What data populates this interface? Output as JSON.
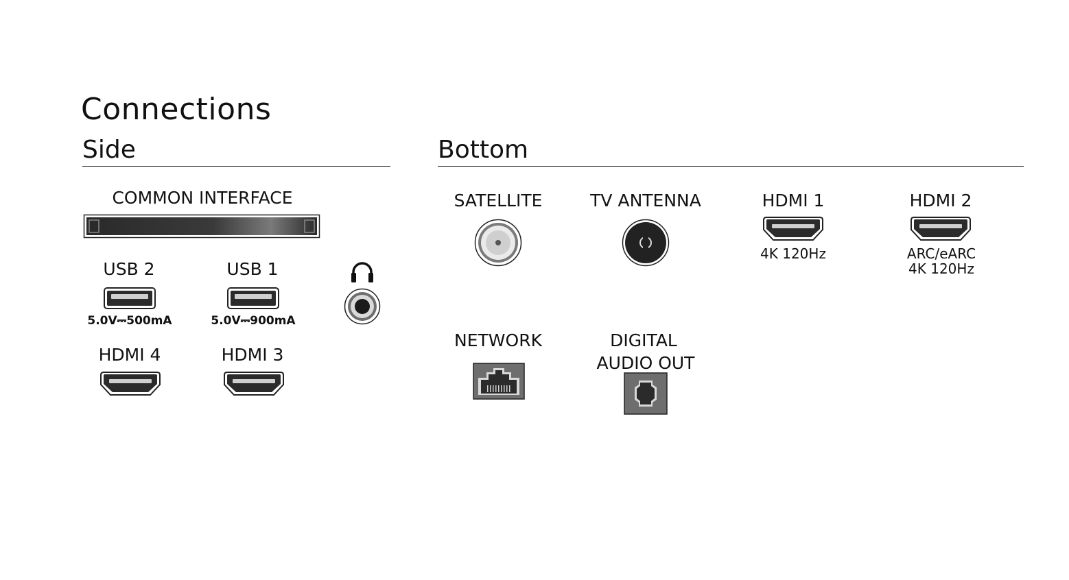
{
  "title": "Connections",
  "side": {
    "heading": "Side",
    "common_interface": {
      "label": "COMMON INTERFACE"
    },
    "usb2": {
      "label": "USB 2",
      "spec": "5.0V⎓500mA"
    },
    "usb1": {
      "label": "USB 1",
      "spec": "5.0V⎓900mA"
    },
    "headphone": {
      "icon": "headphone-icon"
    },
    "hdmi4": {
      "label": "HDMI 4"
    },
    "hdmi3": {
      "label": "HDMI 3"
    }
  },
  "bottom": {
    "heading": "Bottom",
    "satellite": {
      "label": "SATELLITE"
    },
    "tv_antenna": {
      "label": "TV ANTENNA"
    },
    "hdmi1": {
      "label": "HDMI 1",
      "sub": "4K 120Hz"
    },
    "hdmi2": {
      "label": "HDMI 2",
      "sub1": "ARC/eARC",
      "sub2": "4K 120Hz"
    },
    "network": {
      "label": "NETWORK"
    },
    "digital_audio": {
      "label1": "DIGITAL",
      "label2": "AUDIO OUT"
    }
  },
  "colors": {
    "port_dark": "#2b2b2b",
    "port_mid": "#6e6e6e",
    "port_light": "#d9d9d9",
    "rule": "#222222"
  }
}
